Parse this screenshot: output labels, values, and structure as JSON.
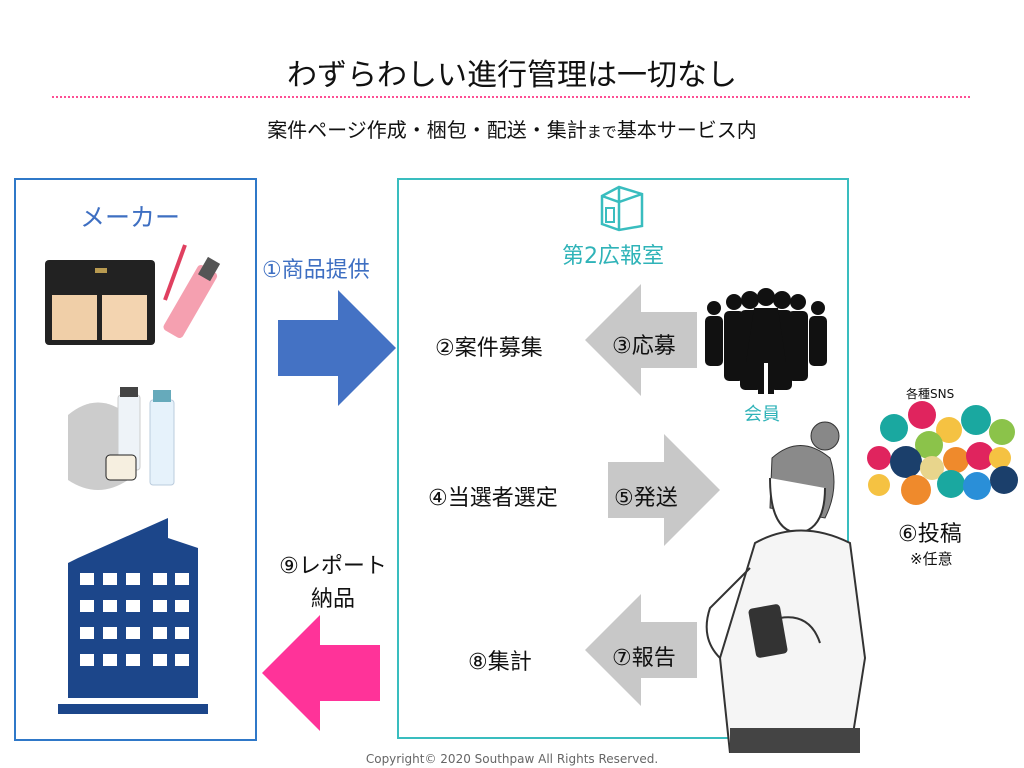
{
  "title": "わずらわしい進行管理は一切なし",
  "subtitle": {
    "main": "案件ページ作成・梱包・配送・集計",
    "small": "まで",
    "rest": "基本サービス内"
  },
  "maker": {
    "label": "メーカー"
  },
  "agency": {
    "label": "第2広報室"
  },
  "members": {
    "label": "会員"
  },
  "steps": {
    "s1": "①商品提供",
    "s2": "②案件募集",
    "s3": "③応募",
    "s4": "④当選者選定",
    "s5": "⑤発送",
    "s6": "⑥投稿",
    "s6_note": "※任意",
    "s7": "⑦報告",
    "s8": "⑧集計",
    "s9_line1": "⑨レポート",
    "s9_line2": "納品"
  },
  "sns": {
    "label": "各種SNS"
  },
  "colors": {
    "blue": "#4472c4",
    "pink": "#ff3399",
    "gray": "#c8c8c8",
    "teal": "#39bdbf"
  },
  "copyright": "Copyright© 2020 Southpaw All Rights Reserved."
}
